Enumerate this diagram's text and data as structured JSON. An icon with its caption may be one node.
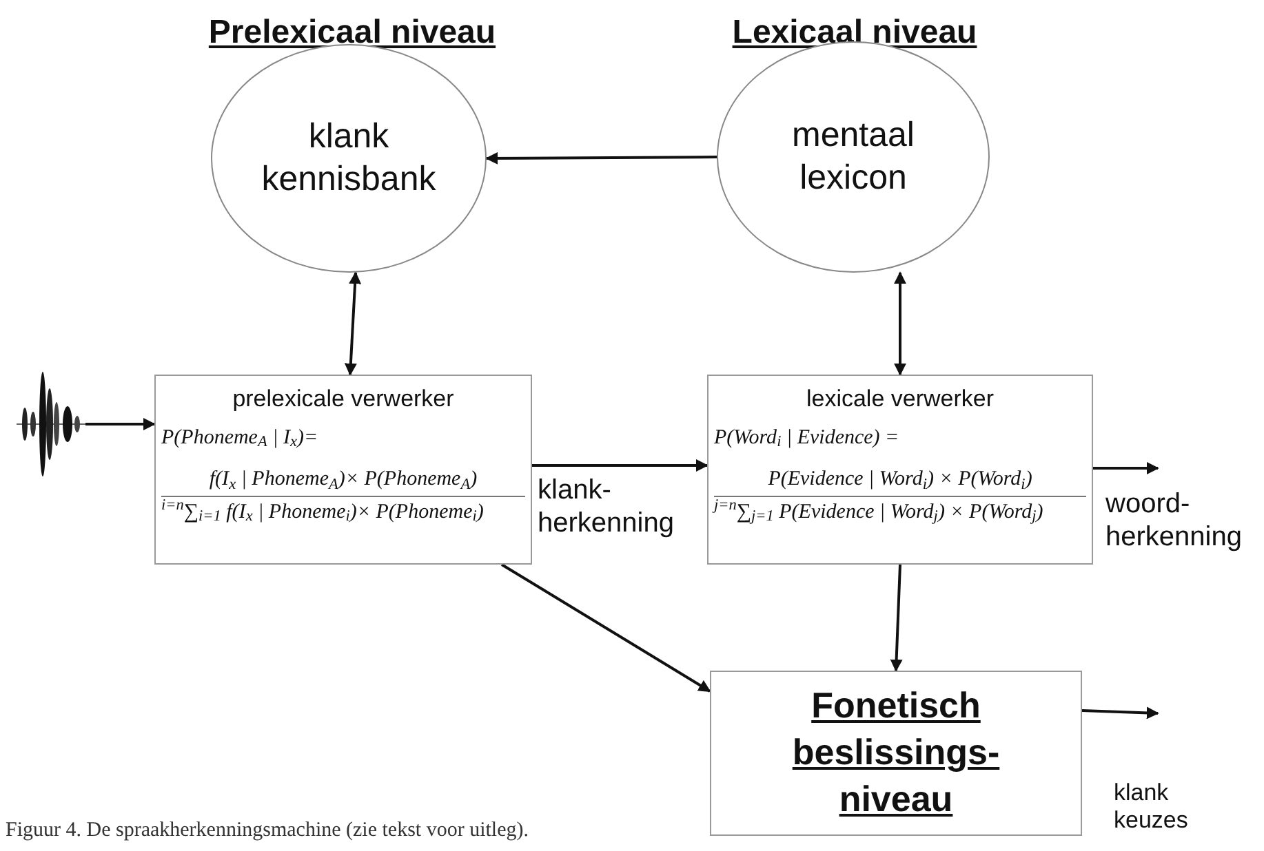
{
  "diagram": {
    "caption": "Figuur 4. De spraakherkenningsmachine (zie tekst voor uitleg).",
    "nodes": [
      {
        "text": [
          "klank kennisbank"
        ]
      },
      {
        "text": [
          "mentaal lexicon"
        ]
      },
      {
        "text": [],
        "shape": "picture"
      },
      {
        "text": [
          "prelexicale verwerker",
          "P(Phoneme$_{A}$ | I$_{x}$)=",
          "f(I$_{x}$ | Phoneme$_{A}$)× P(Phoneme$_{A}$)",
          "$^{i=n}$∑$_{i=1}$ f(I$_{x}$ | Phoneme$_{i}$)× P(Phoneme$_{i}$)"
        ]
      },
      {
        "text": [
          "lexicale verwerker",
          "P(Word$_{i}$ | Evidence) =",
          "P(Evidence | Word$_{i}$) × P(Word$_{i}$)",
          "$^{j=n}$∑$_{j=1}$ P(Evidence | Word$_{j}$) × P(Word$_{j}$)"
        ]
      },
      {
        "text": [
          "Fonetisch beslissings-niveau"
        ]
      }
    ],
    "edges": [
      {
        "from": 1,
        "to": 0,
        "arrow": "to"
      },
      {
        "from": 0,
        "to": 3,
        "arrow": "both"
      },
      {
        "from": 1,
        "to": 4,
        "arrow": "both"
      },
      {
        "from": 2,
        "to": 3,
        "arrow": "to"
      },
      {
        "from": 3,
        "to": 4,
        "arrow": "to",
        "label": "klank- herkenning"
      },
      {
        "from": 4,
        "to": null,
        "arrow": "to",
        "label": "woord- herkenning"
      },
      {
        "from": 3,
        "to": 5,
        "arrow": "to"
      },
      {
        "from": 4,
        "to": 5,
        "arrow": "to"
      },
      {
        "from": 5,
        "to": null,
        "arrow": "to",
        "label": "klank keuzes"
      }
    ],
    "labels": [
      "Prelexicaal niveau",
      "Lexicaal niveau"
    ]
  }
}
